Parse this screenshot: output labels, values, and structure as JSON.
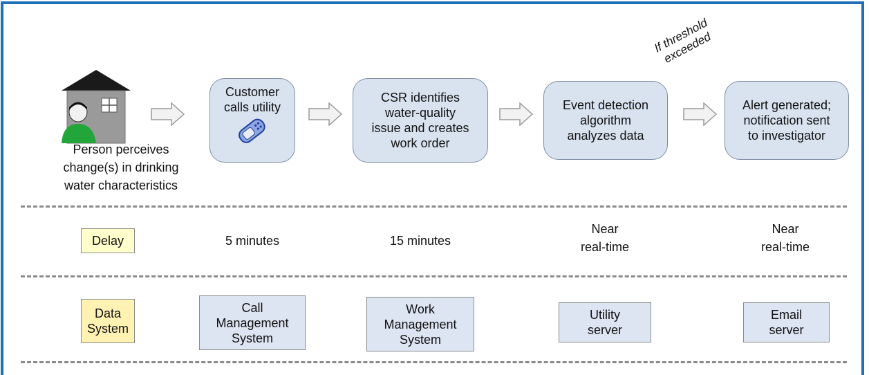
{
  "steps": [
    {
      "lines": [
        "Customer",
        "calls utility"
      ]
    },
    {
      "lines": [
        "CSR identifies",
        "water-quality",
        "issue and creates",
        "work order"
      ]
    },
    {
      "lines": [
        "Event detection",
        "algorithm",
        "analyzes data"
      ]
    },
    {
      "lines": [
        "Alert generated;",
        "notification sent",
        "to investigator"
      ]
    }
  ],
  "person": {
    "lines": [
      "Person perceives",
      "change(s) in drinking",
      "water characteristics"
    ]
  },
  "threshold": {
    "lines": [
      "If threshold",
      "exceeded"
    ]
  },
  "delay": {
    "label": "Delay",
    "values": [
      {
        "lines": [
          "5 minutes"
        ]
      },
      {
        "lines": [
          "15 minutes"
        ]
      },
      {
        "lines": [
          "Near",
          "real-time"
        ]
      },
      {
        "lines": [
          "Near",
          "real-time"
        ]
      }
    ]
  },
  "data_system": {
    "label_lines": [
      "Data",
      "System"
    ],
    "systems": [
      {
        "lines": [
          "Call",
          "Management",
          "System"
        ]
      },
      {
        "lines": [
          "Work",
          "Management",
          "System"
        ]
      },
      {
        "lines": [
          "Utility",
          "server"
        ]
      },
      {
        "lines": [
          "Email",
          "server"
        ]
      }
    ]
  },
  "icons": {
    "house": "house-with-person-icon",
    "phone": "cell-phone-icon",
    "arrow": "block-arrow-icon"
  },
  "colors": {
    "frame": "#1f6fb8",
    "step_fill": "#d9e3f0",
    "label_fill": "#ffffcc",
    "system_fill": "#dde4f2",
    "person_green": "#22a63a"
  }
}
